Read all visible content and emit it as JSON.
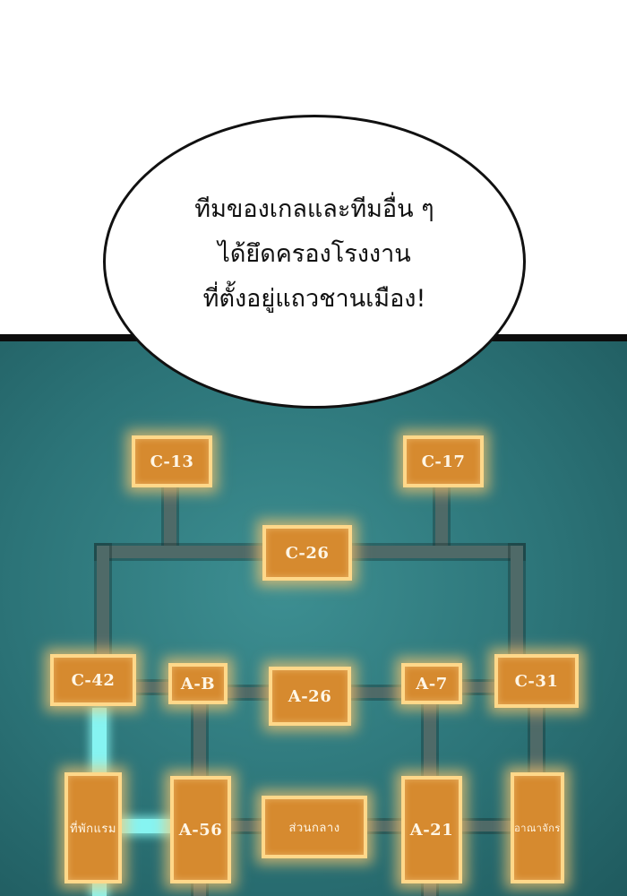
{
  "speech_bubble": {
    "lines": [
      "ทีมของเกลและทีมอื่น ๆ",
      "ได้ยึดครองโรงงาน",
      "ที่ตั้งอยู่แถวชานเมือง!"
    ]
  },
  "map": {
    "nodes": {
      "c13": "C-13",
      "c17": "C-17",
      "c26": "C-26",
      "c42": "C-42",
      "ab": "A-B",
      "a26": "A-26",
      "a7": "A-7",
      "c31": "C-31",
      "rest": "ที่พักแรม",
      "a56": "A-56",
      "central": "ส่วนกลาง",
      "a21": "A-21",
      "kingdom": "อาณาจักร"
    },
    "highlight_color": "#86f4f2",
    "node_color": "#d68a2f"
  }
}
